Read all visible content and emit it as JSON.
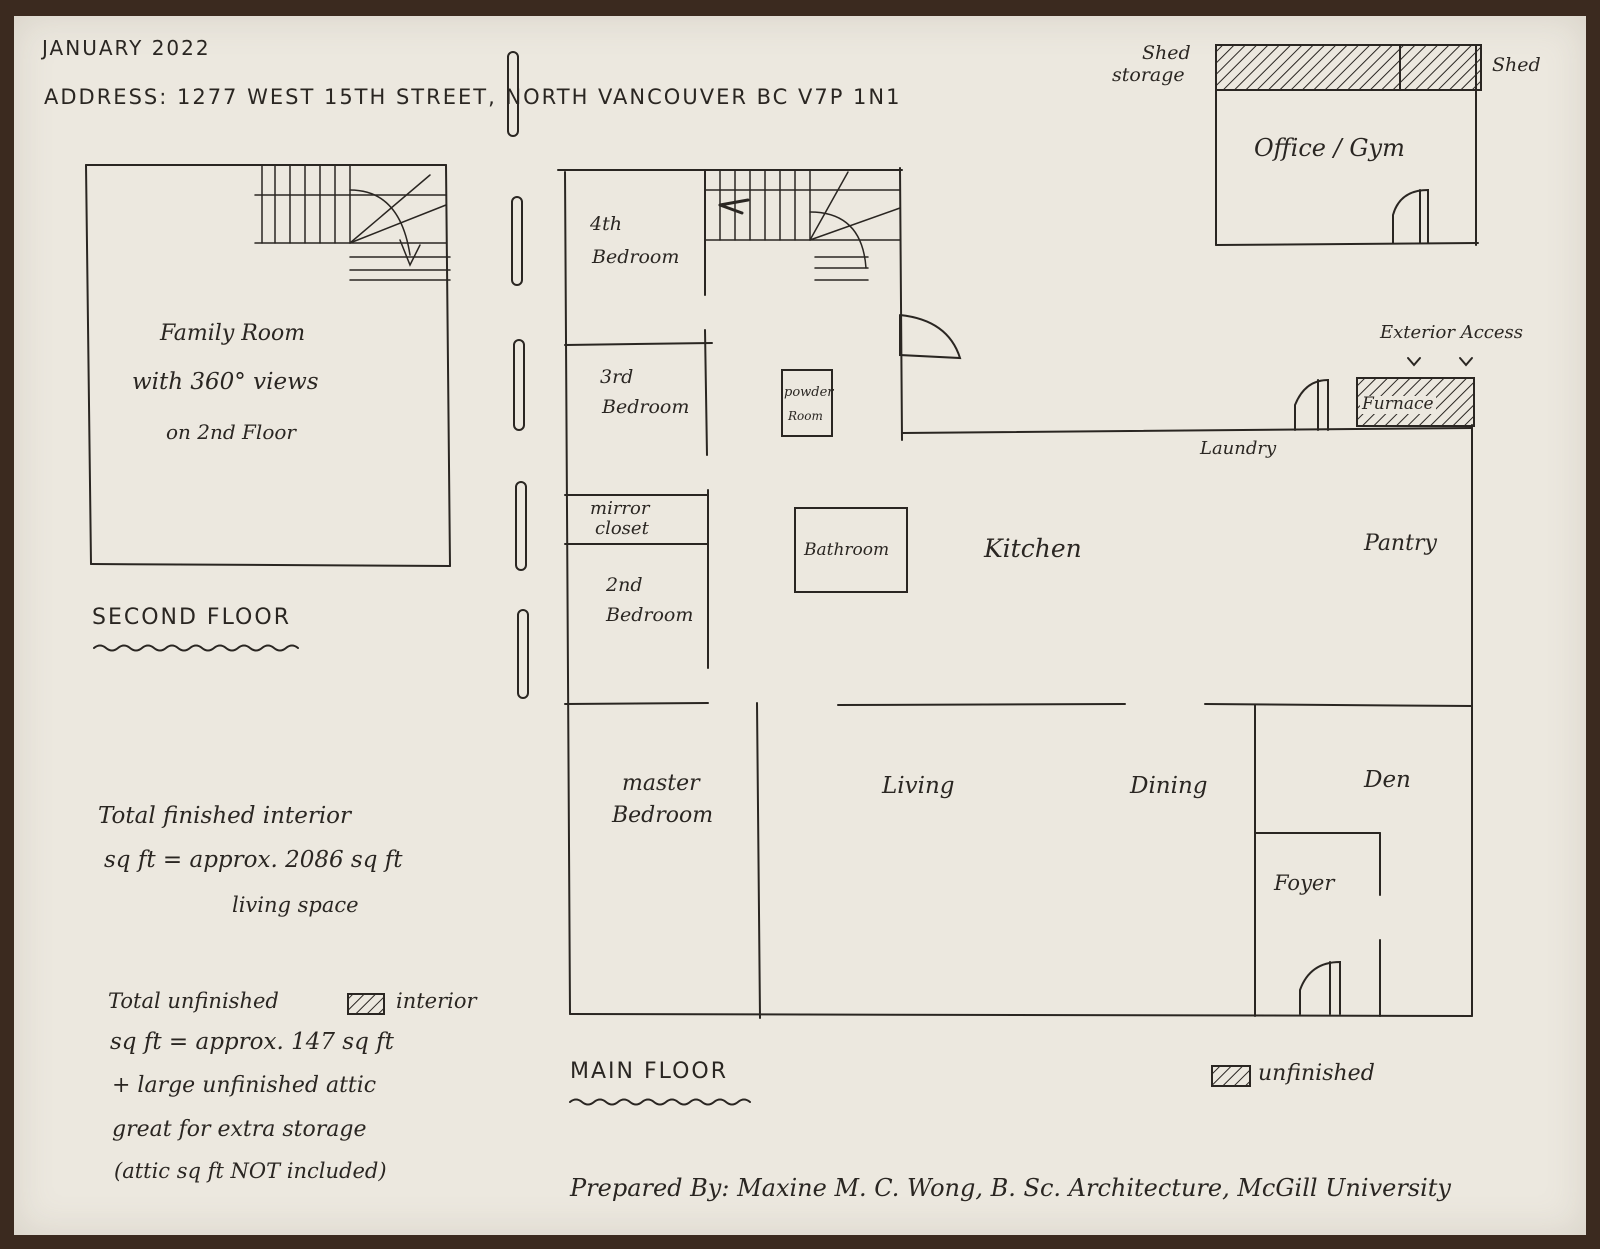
{
  "header": {
    "date": "JANUARY 2022",
    "address": "ADDRESS: 1277 WEST 15TH STREET, NORTH VANCOUVER BC V7P 1N1"
  },
  "second_floor": {
    "label": "SECOND FLOOR",
    "family_room_line1": "Family Room",
    "family_room_line2": "with 360° views",
    "family_room_line3": "on 2nd Floor"
  },
  "main_floor": {
    "label": "MAIN FLOOR",
    "rooms": {
      "bedroom4_line1": "4th",
      "bedroom4_line2": "Bedroom",
      "bedroom3_line1": "3rd",
      "bedroom3_line2": "Bedroom",
      "powder_line1": "powder",
      "powder_line2": "Room",
      "mirror_line1": "mirror",
      "mirror_line2": "closet",
      "bedroom2_line1": "2nd",
      "bedroom2_line2": "Bedroom",
      "bathroom": "Bathroom",
      "kitchen": "Kitchen",
      "pantry": "Pantry",
      "laundry": "Laundry",
      "furnace": "Furnace",
      "exterior_access": "Exterior Access",
      "master_line1": "master",
      "master_line2": "Bedroom",
      "living": "Living",
      "dining": "Dining",
      "den": "Den",
      "foyer": "Foyer"
    }
  },
  "outbuilding": {
    "shed_storage_line1": "Shed",
    "shed_storage_line2": "storage",
    "shed": "Shed",
    "office_gym": "Office / Gym"
  },
  "notes": {
    "finished_line1": "Total finished interior",
    "finished_line2": "sq ft = approx. 2086 sq ft",
    "finished_line3": "living space",
    "unfinished_line1_a": "Total unfinished",
    "unfinished_line1_b": "interior",
    "unfinished_line2": "sq ft = approx. 147 sq ft",
    "unfinished_line3": "+ large unfinished attic",
    "unfinished_line4": "great for extra storage",
    "unfinished_line5": "(attic sq ft NOT included)"
  },
  "legend": {
    "unfinished": "unfinished"
  },
  "credit": "Prepared By: Maxine M. C. Wong, B. Sc. Architecture, McGill University",
  "colors": {
    "paper": "#ece8df",
    "ink": "#2a2622",
    "background": "#3b2a1f"
  }
}
